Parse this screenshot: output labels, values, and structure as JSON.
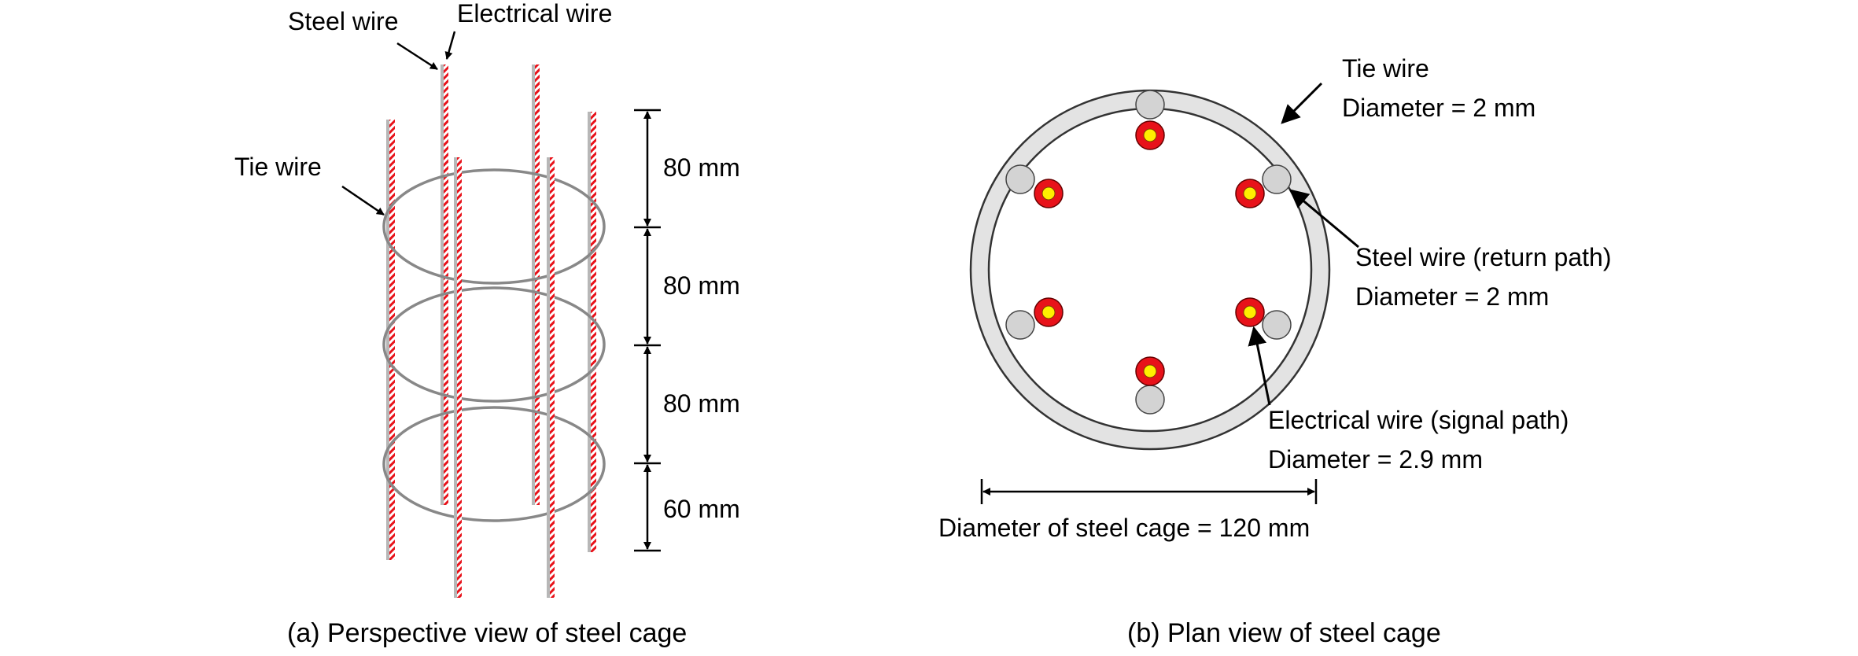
{
  "panel_a": {
    "labels": {
      "steel_wire": "Steel wire",
      "electrical_wire": "Electrical wire",
      "tie_wire": "Tie wire"
    },
    "spacings": [
      "80 mm",
      "80 mm",
      "80 mm",
      "60 mm"
    ],
    "caption": "(a)  Perspective view of steel cage"
  },
  "panel_b": {
    "tie_wire": {
      "name": "Tie wire",
      "diameter": "Diameter = 2 mm"
    },
    "steel_wire": {
      "name": "Steel wire (return path)",
      "diameter": "Diameter = 2 mm"
    },
    "electrical_wire": {
      "name": "Electrical wire (signal path)",
      "diameter": "Diameter = 2.9 mm"
    },
    "cage_diameter": "Diameter of steel cage = 120 mm",
    "caption": "(b)  Plan view of steel cage"
  },
  "colors": {
    "steel": "#d3d3d3",
    "electrical_outer": "#e8121a",
    "electrical_core": "#ffef00",
    "tie": "#888888",
    "ring_fill": "#e3e3e3"
  }
}
